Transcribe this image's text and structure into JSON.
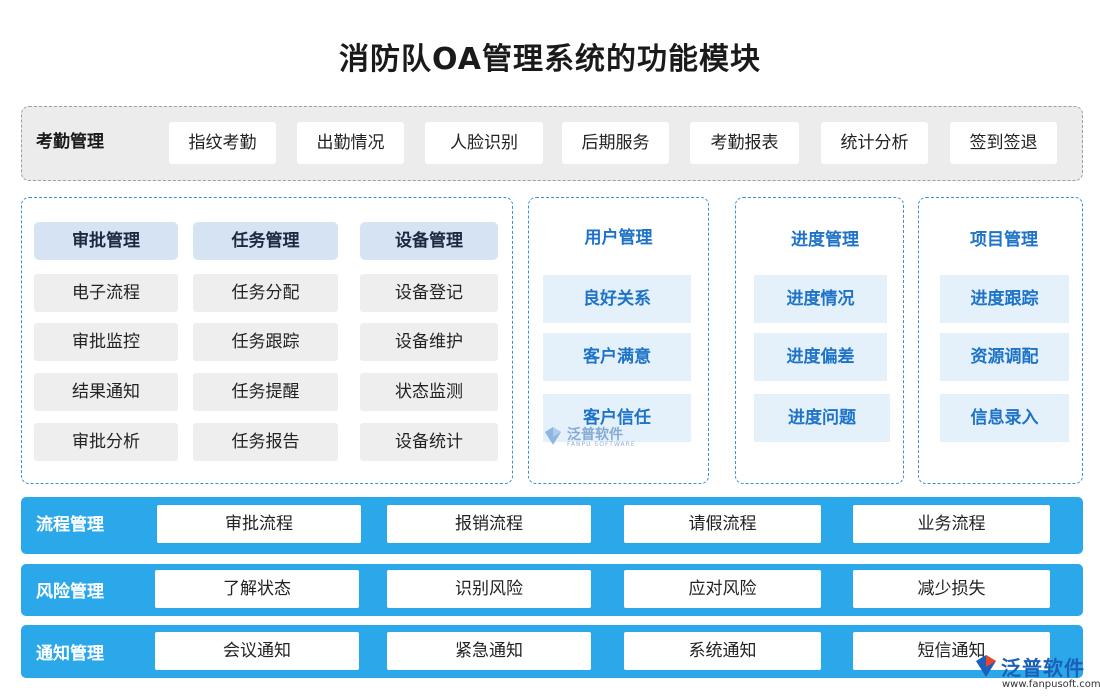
{
  "title": "消防队OA管理系统的功能模块",
  "attendance": {
    "label": "考勤管理",
    "items": [
      "指纹考勤",
      "出勤情况",
      "人脸识别",
      "后期服务",
      "考勤报表",
      "统计分析",
      "签到签退"
    ]
  },
  "grid": {
    "columns": [
      {
        "head": "审批管理",
        "items": [
          "电子流程",
          "审批监控",
          "结果通知",
          "审批分析"
        ]
      },
      {
        "head": "任务管理",
        "items": [
          "任务分配",
          "任务跟踪",
          "任务提醒",
          "任务报告"
        ]
      },
      {
        "head": "设备管理",
        "items": [
          "设备登记",
          "设备维护",
          "状态监测",
          "设备统计"
        ]
      }
    ]
  },
  "side_modules": [
    {
      "head": "用户管理",
      "items": [
        "良好关系",
        "客户满意",
        "客户信任"
      ]
    },
    {
      "head": "进度管理",
      "items": [
        "进度情况",
        "进度偏差",
        "进度问题"
      ]
    },
    {
      "head": "项目管理",
      "items": [
        "进度跟踪",
        "资源调配",
        "信息录入"
      ]
    }
  ],
  "bands": [
    {
      "label": "流程管理",
      "items": [
        "审批流程",
        "报销流程",
        "请假流程",
        "业务流程"
      ]
    },
    {
      "label": "风险管理",
      "items": [
        "了解状态",
        "识别风险",
        "应对风险",
        "减少损失"
      ]
    },
    {
      "label": "通知管理",
      "items": [
        "会议通知",
        "紧急通知",
        "系统通知",
        "短信通知"
      ]
    }
  ],
  "watermark": {
    "text": "泛普软件",
    "sub": "FANPU SOFTWARE"
  },
  "logo": {
    "text": "泛普软件",
    "url": "www.fanpusoft.com"
  },
  "colors": {
    "band": "#2aa8ea",
    "accent": "#1e73c8",
    "head_cell": "#d6e3f3",
    "side_cell": "#e4f1fb"
  }
}
